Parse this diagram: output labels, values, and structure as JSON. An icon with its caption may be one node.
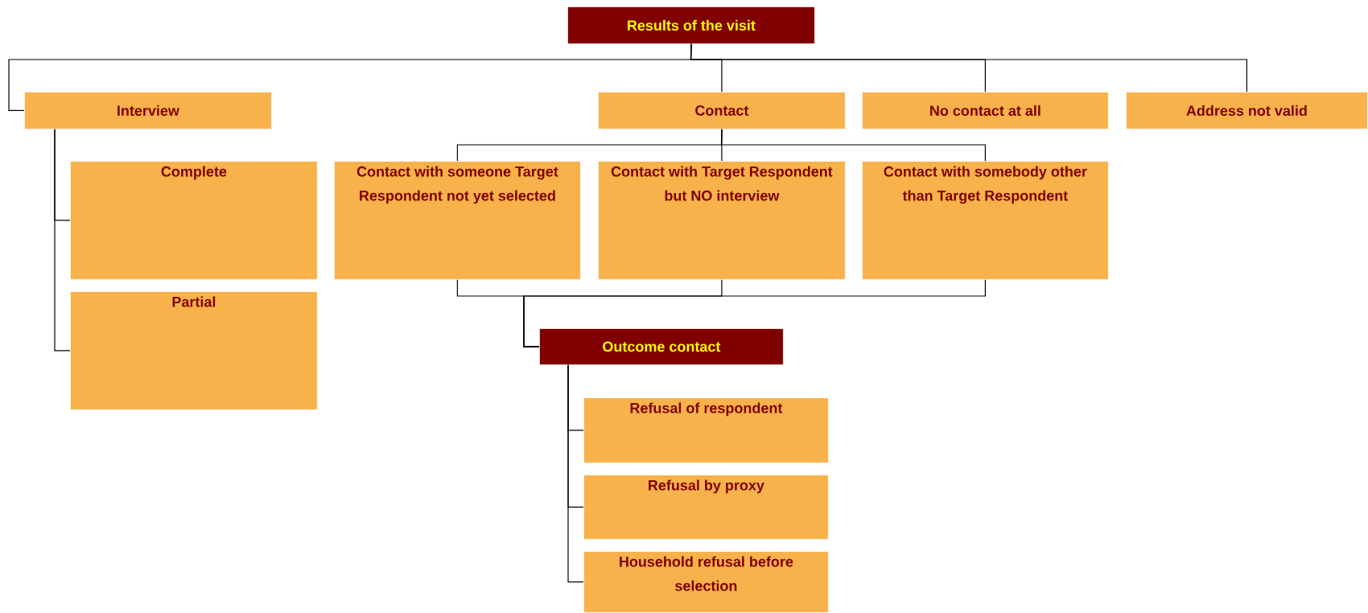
{
  "diagram": {
    "nodes": [
      {
        "text": [
          "Results of the visit"
        ]
      },
      {
        "text": [
          "Interview"
        ]
      },
      {
        "text": [
          "Contact"
        ]
      },
      {
        "text": [
          "No contact at all"
        ]
      },
      {
        "text": [
          "Address not valid"
        ]
      },
      {
        "text": [
          "Complete"
        ]
      },
      {
        "text": [
          "Partial"
        ]
      },
      {
        "text": [
          "Contact with someone Target Respondent not yet selected"
        ]
      },
      {
        "text": [
          "Contact with Target Respondent but NO interview"
        ]
      },
      {
        "text": [
          "Contact with somebody other than Target Respondent"
        ]
      },
      {
        "text": [
          "Outcome contact"
        ]
      },
      {
        "text": [
          "Refusal of respondent"
        ]
      },
      {
        "text": [
          "Refusal by proxy"
        ]
      },
      {
        "text": [
          "Household refusal before selection"
        ]
      }
    ],
    "edges": [
      {
        "from": 0,
        "to": 1,
        "arrow": "none"
      },
      {
        "from": 0,
        "to": 2,
        "arrow": "none"
      },
      {
        "from": 0,
        "to": 3,
        "arrow": "none"
      },
      {
        "from": 0,
        "to": 4,
        "arrow": "none"
      },
      {
        "from": 2,
        "to": 7,
        "arrow": "none"
      },
      {
        "from": 2,
        "to": 8,
        "arrow": "none"
      },
      {
        "from": 2,
        "to": 9,
        "arrow": "none"
      },
      {
        "from": 1,
        "to": 5,
        "arrow": "none"
      },
      {
        "from": 1,
        "to": 6,
        "arrow": "none"
      },
      {
        "from": 7,
        "to": 10,
        "arrow": "none"
      },
      {
        "from": 8,
        "to": 10,
        "arrow": "none"
      },
      {
        "from": 9,
        "to": 10,
        "arrow": "none"
      },
      {
        "from": 10,
        "to": 11,
        "arrow": "none"
      },
      {
        "from": 10,
        "to": 12,
        "arrow": "none"
      },
      {
        "from": 10,
        "to": 13,
        "arrow": "none"
      }
    ]
  }
}
